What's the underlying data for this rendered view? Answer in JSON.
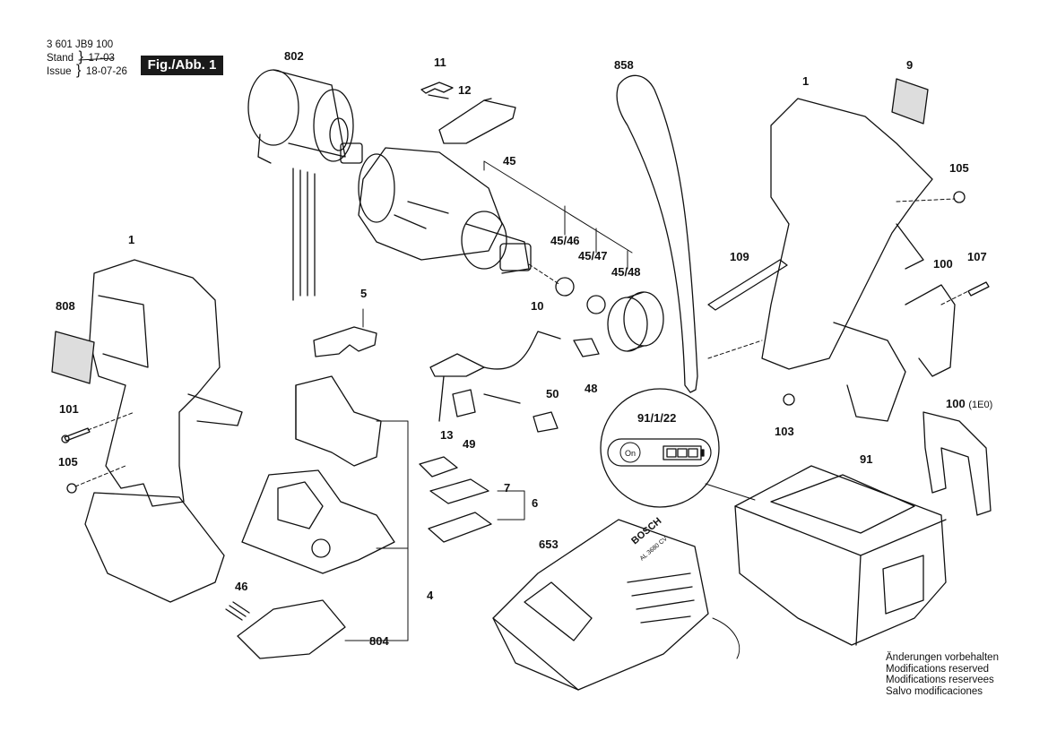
{
  "header": {
    "doc_number": "3 601 JB9 100",
    "stand_label": "Stand",
    "issue_label": "Issue",
    "stand_value": "17-03",
    "issue_value": "18-07-26",
    "figure_label": "Fig./Abb. 1"
  },
  "callouts": {
    "p802": "802",
    "p11": "11",
    "p12": "12",
    "p858": "858",
    "p1_top": "1",
    "p9": "9",
    "p45": "45",
    "p105_right": "105",
    "p1_left": "1",
    "p45_46": "45/46",
    "p45_47": "45/47",
    "p45_48": "45/48",
    "p109": "109",
    "p100": "100",
    "p107": "107",
    "p808": "808",
    "p5": "5",
    "p10": "10",
    "p50": "50",
    "p48": "48",
    "p101": "101",
    "p49": "49",
    "p13": "13",
    "p103": "103",
    "p100_1e0": "100",
    "p1e0_suffix": "(1E0)",
    "p105_left": "105",
    "p7": "7",
    "p6": "6",
    "p91_1_22": "91/1/22",
    "p91": "91",
    "p653": "653",
    "p4": "4",
    "p46": "46",
    "p804": "804"
  },
  "detail_bubble": {
    "on_text": "On"
  },
  "charger_text": {
    "brand": "BOSCH",
    "model": "AL 3680 CV"
  },
  "notes": [
    "Änderungen vorbehalten",
    "Modifications reserved",
    "Modifications reservees",
    "Salvo modificaciones"
  ]
}
